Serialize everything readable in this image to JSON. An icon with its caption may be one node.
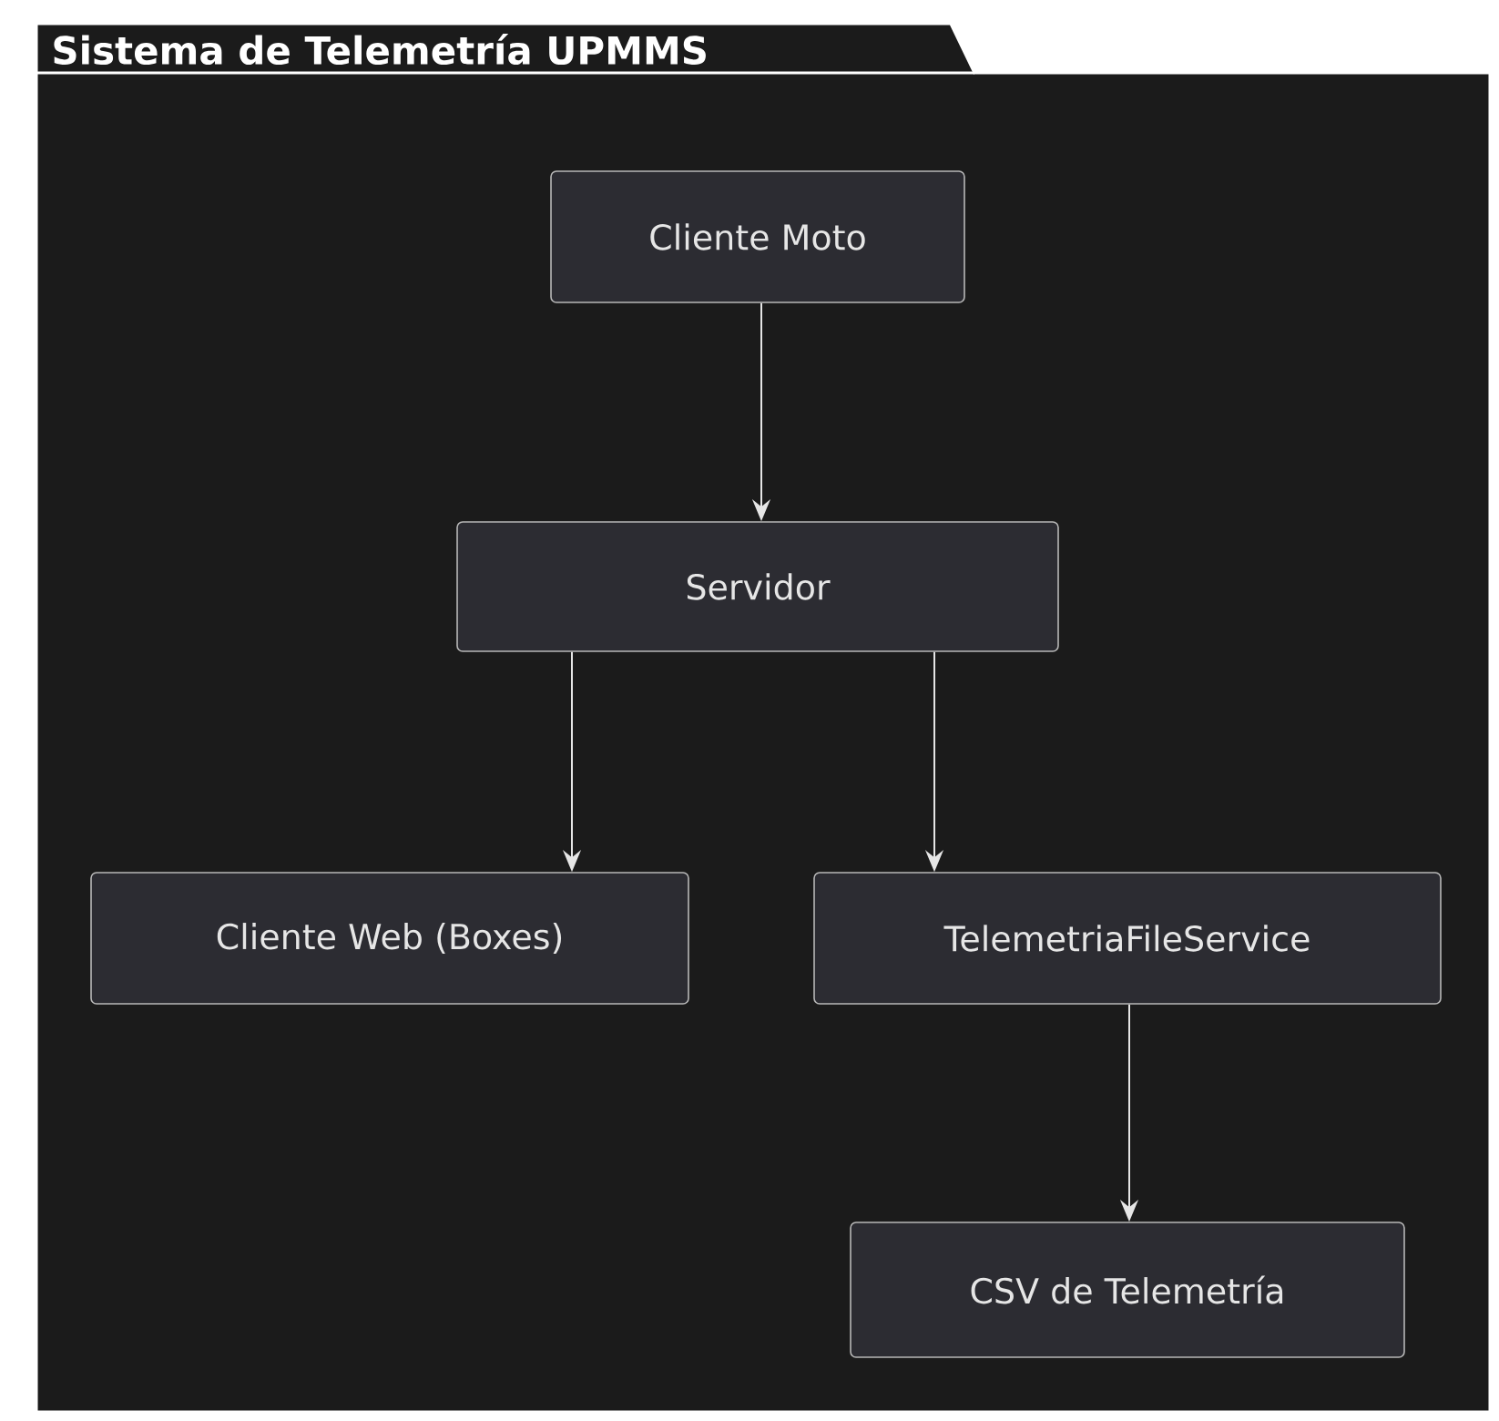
{
  "diagram": {
    "nodes": [
      {
        "text": [
          "Sistema de Telemetría UPMMS"
        ]
      },
      {
        "text": [
          "Cliente Moto"
        ],
        "in": 0
      },
      {
        "text": [
          "Servidor"
        ],
        "in": 0
      },
      {
        "text": [
          "Cliente Web (Boxes)"
        ],
        "in": 0
      },
      {
        "text": [
          "TelemetriaFileService"
        ],
        "in": 0
      },
      {
        "text": [
          "CSV de Telemetría"
        ],
        "in": 0
      }
    ],
    "edges": [
      {
        "from": 1,
        "to": 2,
        "arrow": "to"
      },
      {
        "from": 2,
        "to": 3,
        "arrow": "to"
      },
      {
        "from": 2,
        "to": 4,
        "arrow": "to"
      },
      {
        "from": 4,
        "to": 5,
        "arrow": "to"
      }
    ]
  }
}
